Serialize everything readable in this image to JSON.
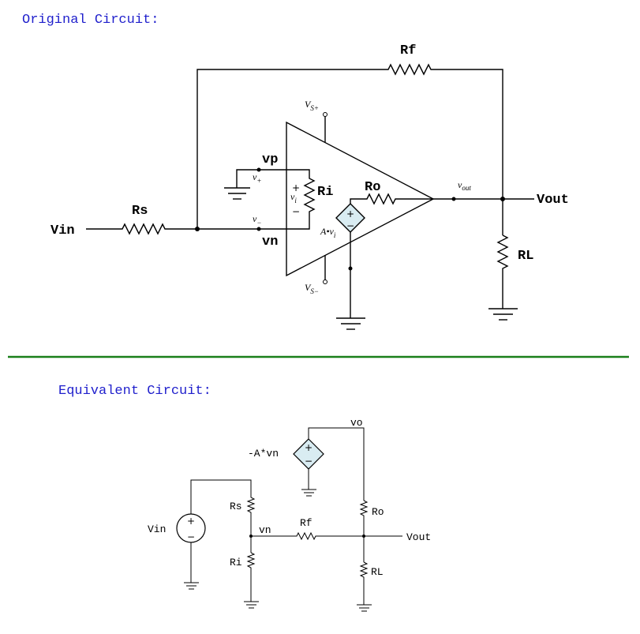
{
  "headings": {
    "original": "Original Circuit:",
    "equivalent": "Equivalent Circuit:"
  },
  "original": {
    "rf": "Rf",
    "rs": "Rs",
    "ri": "Ri",
    "ro": "Ro",
    "rl": "RL",
    "vin": "Vin",
    "vout": "Vout",
    "vp": "vp",
    "vn": "vn",
    "vs_plus": {
      "main": "V",
      "sub": "S+"
    },
    "vs_minus": {
      "main": "V",
      "sub": "S−"
    },
    "v_plus": {
      "main": "v",
      "sub": "+"
    },
    "v_minus": {
      "main": "v",
      "sub": "−"
    },
    "v_i": {
      "main": "v",
      "sub": "i"
    },
    "v_out": {
      "main": "v",
      "sub": "out"
    },
    "source_gain": {
      "main": "A•v",
      "sub": "i"
    },
    "plus_sign": "+",
    "minus_sign": "−"
  },
  "equivalent": {
    "vo": "vo",
    "dep_source": "-A*vn",
    "vin": "Vin",
    "rs": "Rs",
    "vn": "vn",
    "rf": "Rf",
    "ri": "Ri",
    "ro": "Ro",
    "rl": "RL",
    "vout": "Vout",
    "plus_sign": "+",
    "minus_sign": "−"
  },
  "colors": {
    "heading": "#1f1fcc",
    "divider": "#1a7f1a",
    "source_fill": "#d9ecf2"
  }
}
